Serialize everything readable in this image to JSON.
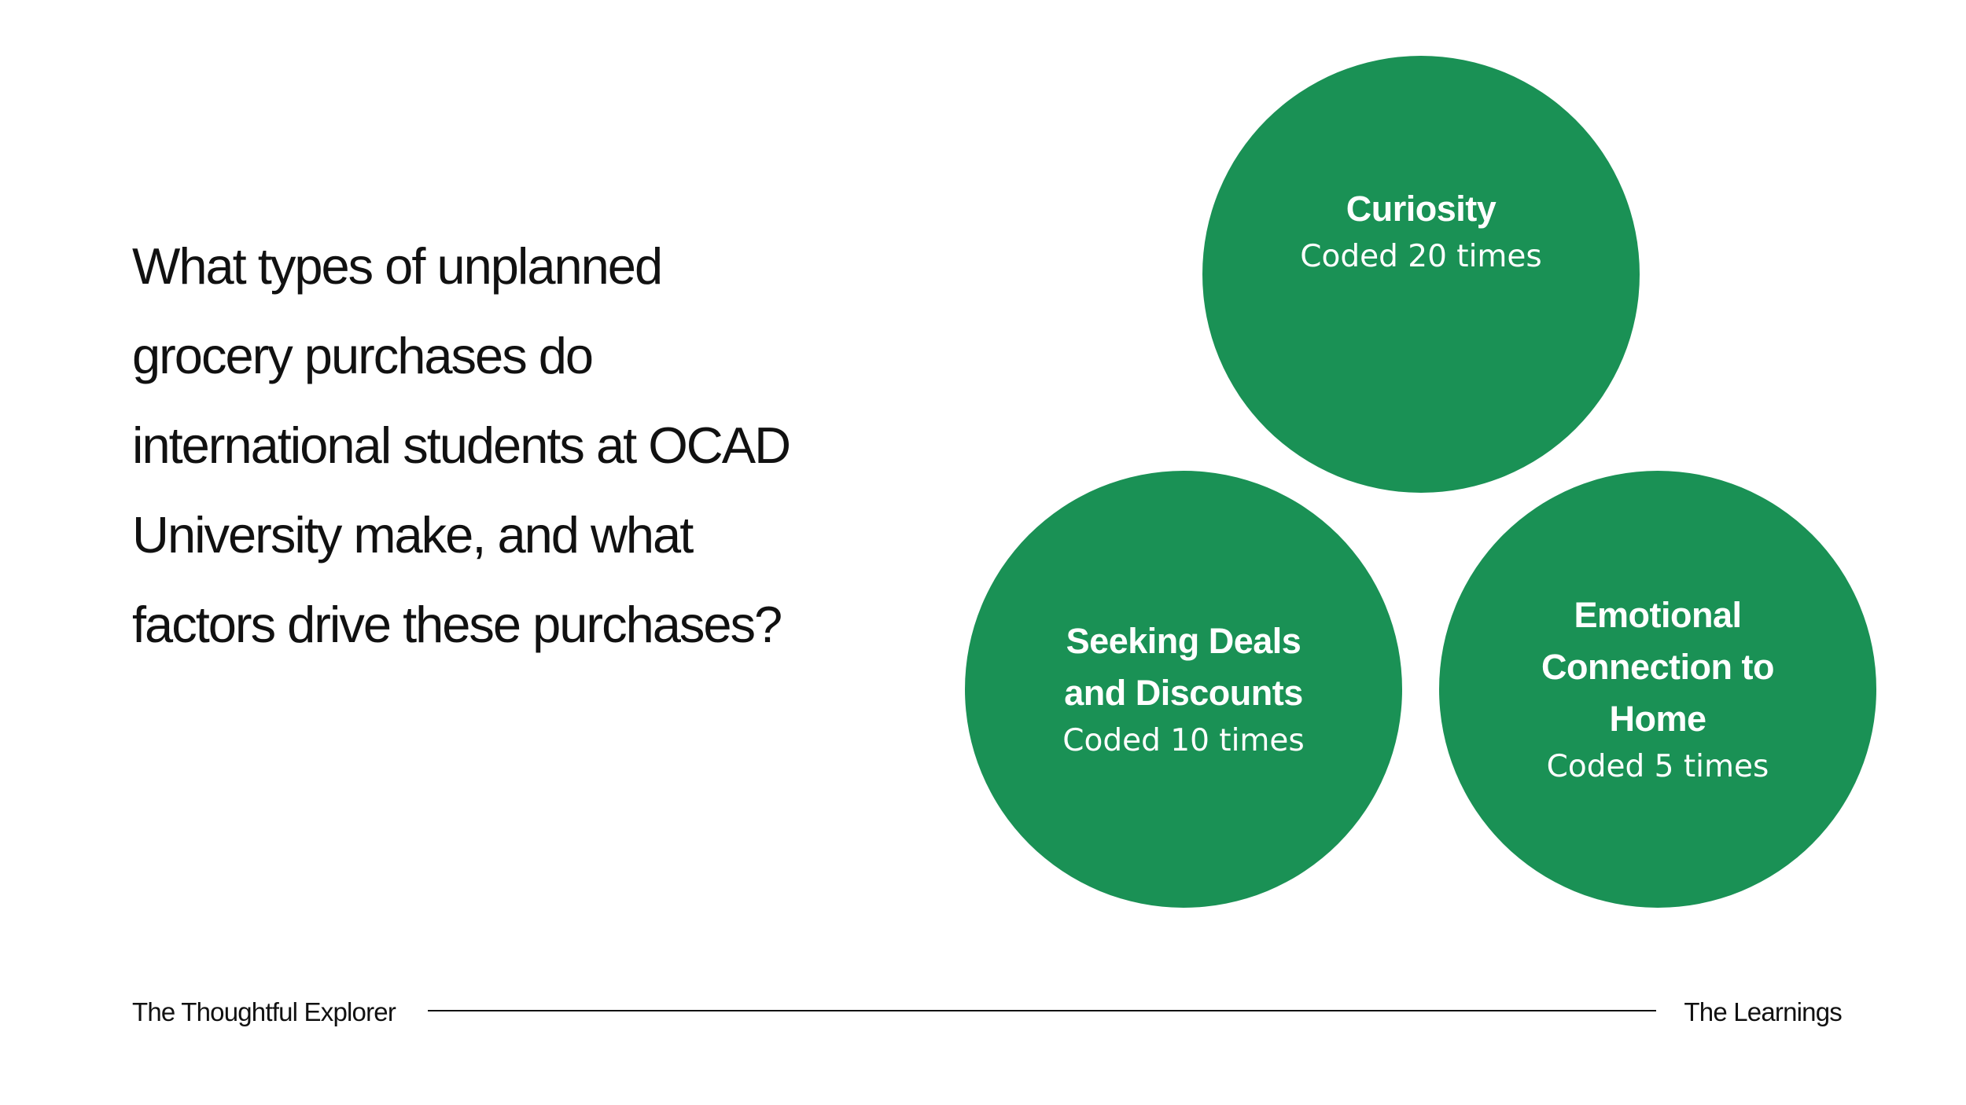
{
  "question": "What types of unplanned grocery purchases do international students at OCAD University make, and what factors drive these purchases?",
  "themes": [
    {
      "title": "Curiosity",
      "count_label": "Coded 20 times"
    },
    {
      "title": "Seeking Deals and Discounts",
      "count_label": "Coded 10 times"
    },
    {
      "title": "Emotional Connection to Home",
      "count_label": "Coded 5 times"
    }
  ],
  "footer": {
    "left": "The Thoughtful Explorer",
    "right": "The Learnings"
  },
  "colors": {
    "circle": "#1a9155",
    "text": "#111111",
    "circle_text": "#ffffff"
  }
}
